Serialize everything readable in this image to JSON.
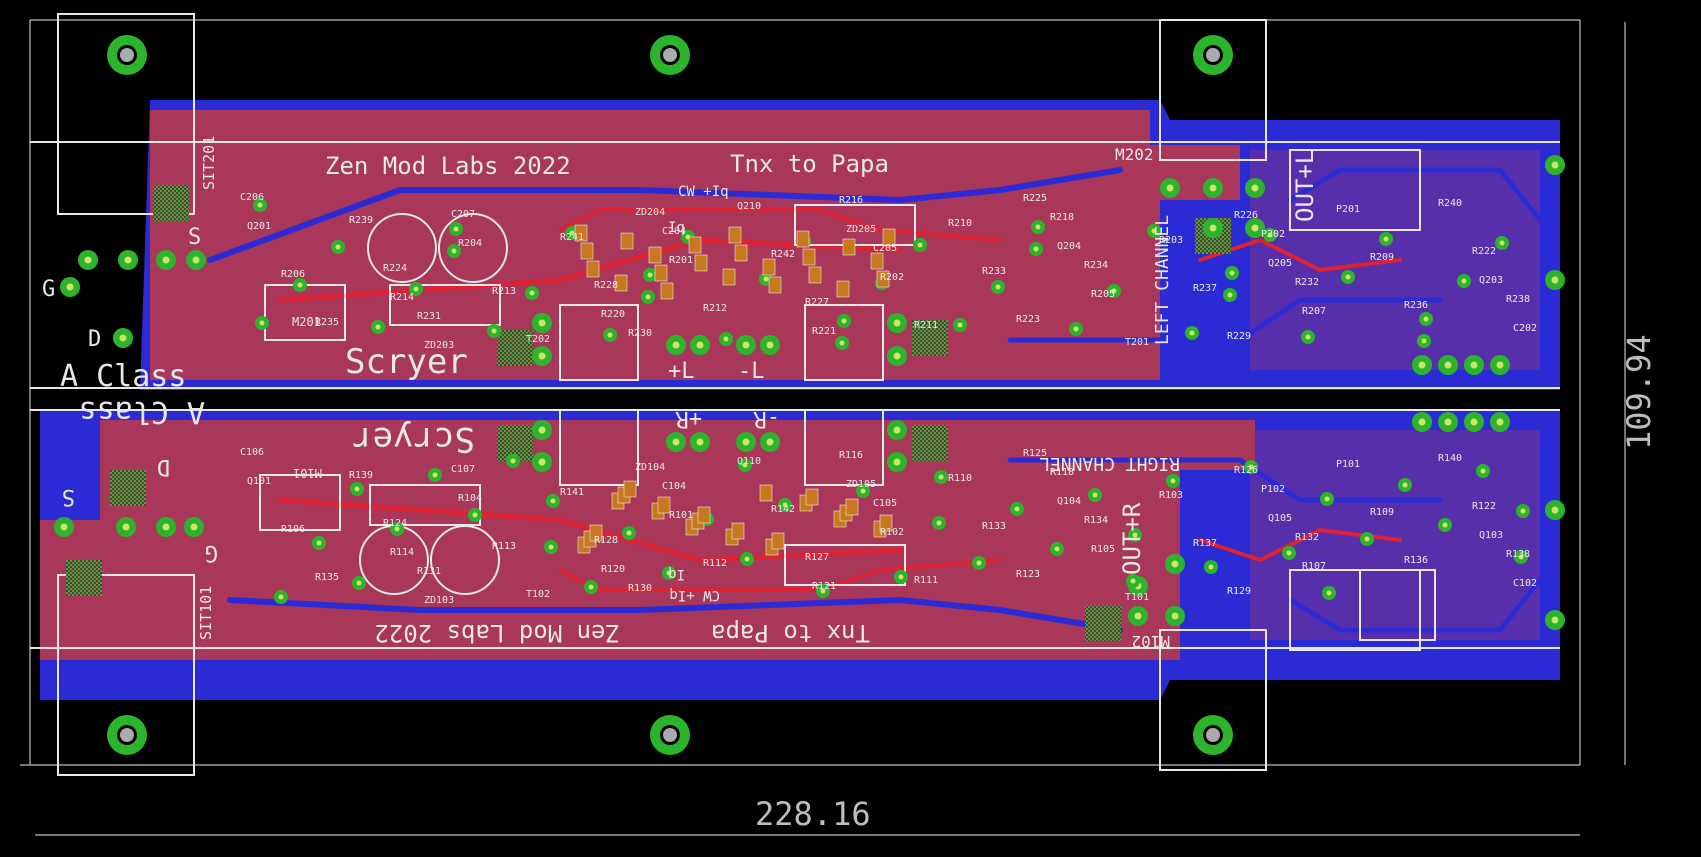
{
  "colors": {
    "background": "#000000",
    "bottom_copper": "#2b2bd6",
    "top_copper": "#a8375a",
    "pad": "#2db42d",
    "drill": "#cfe26a",
    "silk": "#e8e8e8",
    "dim_line": "#bdbdbd",
    "smd": "#c8781e"
  },
  "dimensions": {
    "width": "228.16",
    "height": "109.94"
  },
  "left_channel": {
    "brand": "Zen Mod Labs 2022",
    "thanks": "Tnx to Papa",
    "title": "Scryer",
    "class": "A Class",
    "channel": "LEFT CHANNEL",
    "out": "OUT+L",
    "rail_pos": "+L",
    "rail_neg": "-L",
    "cw": "CW +Iq",
    "iq": "Iq",
    "sit": "SIT201",
    "mosfet": "M202",
    "m201": "M201",
    "g": "G",
    "d": "D",
    "s": "S",
    "parts": [
      "C206",
      "C207",
      "C204",
      "C205",
      "R234",
      "R232",
      "R238",
      "R231",
      "R230",
      "R216",
      "R218",
      "P202",
      "R222",
      "R224",
      "R228",
      "R227",
      "R223",
      "R229",
      "R240",
      "R239",
      "R241",
      "R242",
      "R233",
      "R237",
      "R236",
      "R235",
      "T202",
      "Q210",
      "R210",
      "R203",
      "R209",
      "R206",
      "R213",
      "R212",
      "R211",
      "T201",
      "P201",
      "Q201",
      "R204",
      "R201",
      "R202",
      "R205",
      "R207",
      "C202",
      "ZD203",
      "ZD204",
      "ZD205",
      "Q204",
      "Q205",
      "Q203",
      "R214",
      "R220",
      "R221",
      "R225",
      "R226"
    ]
  },
  "right_channel": {
    "brand": "Zen Mod Labs 2022",
    "thanks": "Tnx to Papa",
    "title": "Scryer",
    "class": "A Class",
    "channel": "RIGHT CHANNEL",
    "out": "OUT+R",
    "rail_pos": "+R",
    "rail_neg": "-R",
    "cw": "CW +Iq",
    "iq": "Iq",
    "sit": "SIT101",
    "mosfet": "M102",
    "m101": "M101",
    "g": "G",
    "d": "D",
    "s": "S",
    "parts": [
      "C106",
      "C107",
      "C104",
      "C105",
      "R134",
      "R132",
      "R138",
      "R131",
      "R130",
      "R116",
      "R118",
      "P102",
      "R122",
      "R124",
      "R128",
      "R127",
      "R123",
      "R129",
      "R140",
      "R139",
      "R141",
      "R142",
      "R133",
      "R137",
      "R136",
      "R135",
      "T102",
      "Q110",
      "R110",
      "R103",
      "R109",
      "R106",
      "R113",
      "R112",
      "R111",
      "T101",
      "P101",
      "Q101",
      "R104",
      "R101",
      "R102",
      "R105",
      "R107",
      "C102",
      "ZD103",
      "ZD104",
      "ZD105",
      "Q104",
      "Q105",
      "Q103",
      "R114",
      "R120",
      "R121",
      "R125",
      "R126"
    ]
  }
}
